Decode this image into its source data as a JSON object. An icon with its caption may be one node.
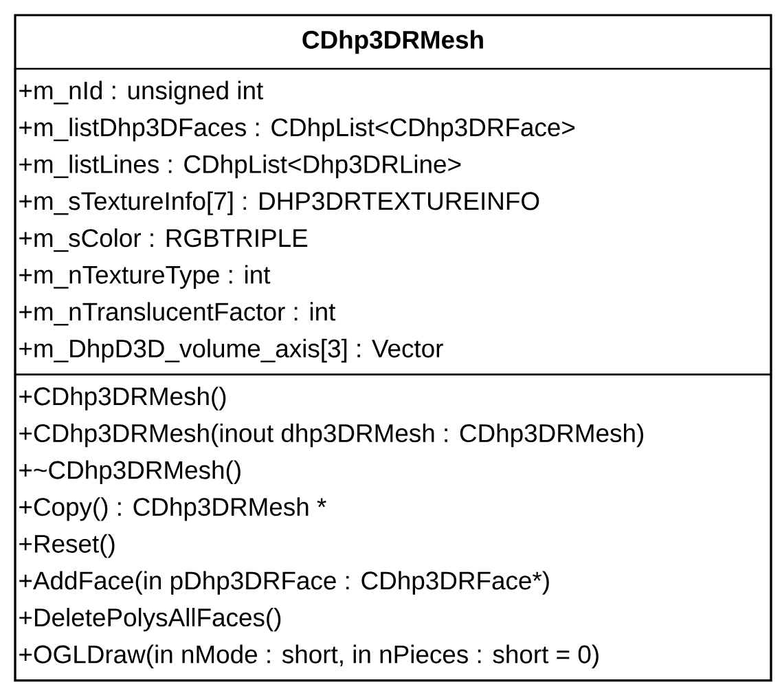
{
  "diagram": {
    "nodes": [
      {
        "text": [
          "CDhp3DRMesh"
        ]
      },
      {
        "text": [
          "+m_nId : unsigned int",
          "+m_listDhp3DFaces : CDhpList<CDhp3DRFace>",
          "+m_listLines : CDhpList<Dhp3DRLine>",
          "+m_sTextureInfo[7] : DHP3DRTEXTUREINFO",
          "+m_sColor : RGBTRIPLE",
          "+m_nTextureType : int",
          "+m_nTranslucentFactor : int",
          "+m_DhpD3D_volume_axis[3] : Vector"
        ],
        "in": 0
      },
      {
        "text": [
          "+CDhp3DRMesh()",
          "+CDhp3DRMesh(inout dhp3DRMesh : CDhp3DRMesh)",
          "+~CDhp3DRMesh()",
          "+Copy() : CDhp3DRMesh *",
          "+Reset()",
          "+AddFace(in pDhp3DRFace : CDhp3DRFace*)",
          "+DeletePolysAllFaces()",
          "+OGLDraw(in nMode : short, in nPieces : short = 0)"
        ],
        "in": 0
      }
    ]
  }
}
